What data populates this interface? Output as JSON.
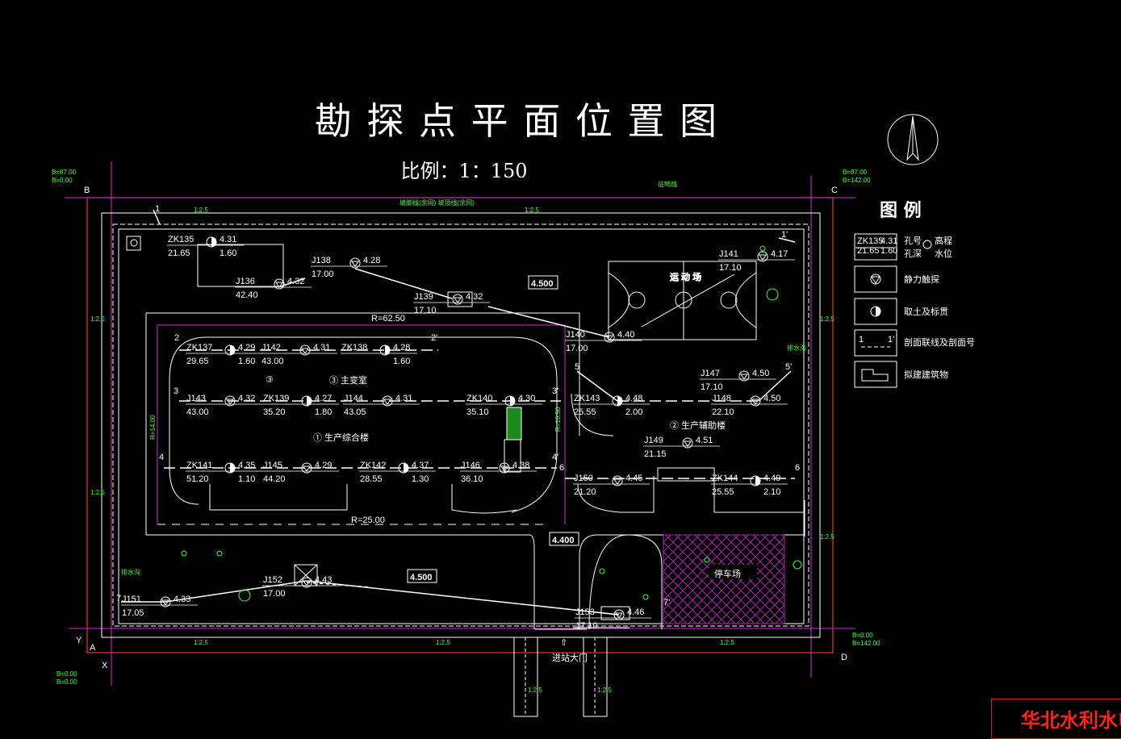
{
  "title": "勘 探 点 平 面 位 置 图",
  "scale_text": "比例：1：150",
  "legend": {
    "title": "图  例",
    "items": [
      {
        "sample_id": "ZK135",
        "sample_elev": "4.31",
        "sample_depth": "21.65",
        "sample_wl": "1.60",
        "labels": [
          "孔号",
          "高程",
          "孔深",
          "水位"
        ]
      },
      {
        "label": "静力触探"
      },
      {
        "label": "取土及标贯"
      },
      {
        "label": "剖面联线及剖面号",
        "left": "1",
        "right": "1'"
      },
      {
        "label": "拟建建筑物"
      }
    ]
  },
  "corners": {
    "B": "B",
    "C": "C",
    "A": "A",
    "D": "D",
    "X": "X",
    "Y": "Y",
    "B_coord": [
      "B=87.00",
      "B=0.00"
    ],
    "C_coord": [
      "B=87.00",
      "B=142.00"
    ],
    "A_coord": [
      "B=0.00",
      "B=0.00"
    ],
    "D_coord": [
      "B=0.00",
      "B=142.00"
    ]
  },
  "annotations": {
    "boundary": "征地线",
    "slope_top": "坡脚线(余同)  坡顶线(余同)",
    "slope_ratio": "1:2.5",
    "drain": "排水沟",
    "drain2": "排水沟",
    "gate": "进站大门",
    "gate_arrow": "⇧",
    "r_top": "R=62.50",
    "r_bottom": "R=25.00",
    "r_left": "R=14.00",
    "r_right": "R=10.50",
    "elev_1": "4.500",
    "elev_2": "4.400",
    "elev_3": "4.500"
  },
  "buildings": {
    "b1": "① 生产综合楼",
    "b2": "② 生产辅助楼",
    "b3": "③ 主变室",
    "b3_small": "③",
    "sports": "运  动  场",
    "parking": "停车场"
  },
  "sections": [
    {
      "id": "s1",
      "text": "1"
    },
    {
      "id": "s1p",
      "text": "1'"
    },
    {
      "id": "s2",
      "text": "2"
    },
    {
      "id": "s2p",
      "text": "2'"
    },
    {
      "id": "s3",
      "text": "3"
    },
    {
      "id": "s3p",
      "text": "3'"
    },
    {
      "id": "s4",
      "text": "4"
    },
    {
      "id": "s4p",
      "text": "4'"
    },
    {
      "id": "s5",
      "text": "5"
    },
    {
      "id": "s5p",
      "text": "5'"
    },
    {
      "id": "s6",
      "text": "6"
    },
    {
      "id": "s6p",
      "text": "6"
    },
    {
      "id": "s7",
      "text": "7"
    },
    {
      "id": "s7p",
      "text": "7'"
    }
  ],
  "boreholes": [
    {
      "id": "ZK135",
      "elev": "4.31",
      "depth": "21.65",
      "wl": "1.60"
    },
    {
      "id": "J136",
      "elev": "4.32",
      "depth": "42.40"
    },
    {
      "id": "J138",
      "elev": "4.28",
      "depth": "17.00"
    },
    {
      "id": "J139",
      "elev": "4.32",
      "depth": "17.10"
    },
    {
      "id": "J140",
      "elev": "4.40",
      "depth": "17.00"
    },
    {
      "id": "J141",
      "elev": "4.17",
      "depth": "17.10"
    },
    {
      "id": "ZK137",
      "elev": "4.29",
      "depth": "29.65",
      "wl": "1.60"
    },
    {
      "id": "J142",
      "elev": "4.31",
      "depth": "43.00"
    },
    {
      "id": "ZK138",
      "elev": "4.28",
      "depth": "",
      "wl": "1.60"
    },
    {
      "id": "J143",
      "elev": "4.32",
      "depth": "43.00"
    },
    {
      "id": "ZK139",
      "elev": "4.27",
      "depth": "35.20",
      "wl": "1.80"
    },
    {
      "id": "J144",
      "elev": "4.31",
      "depth": "43.05"
    },
    {
      "id": "ZK140",
      "elev": "4.30",
      "depth": "35.10"
    },
    {
      "id": "ZK141",
      "elev": "4.35",
      "depth": "51.20",
      "wl": "1.10"
    },
    {
      "id": "J145",
      "elev": "4.29",
      "depth": "44.20"
    },
    {
      "id": "ZK142",
      "elev": "4.37",
      "depth": "28.55",
      "wl": "1.30"
    },
    {
      "id": "J146",
      "elev": "4.38",
      "depth": "36.10"
    },
    {
      "id": "ZK143",
      "elev": "4.48",
      "depth": "25.55",
      "wl": "2.00"
    },
    {
      "id": "J147",
      "elev": "4.50",
      "depth": "17.10"
    },
    {
      "id": "J148",
      "elev": "4.50",
      "depth": "22.10"
    },
    {
      "id": "J149",
      "elev": "4.51",
      "depth": "21.15"
    },
    {
      "id": "J150",
      "elev": "4.45",
      "depth": "21.20"
    },
    {
      "id": "ZK144",
      "elev": "4.49",
      "depth": "25.55",
      "wl": "2.10"
    },
    {
      "id": "J151",
      "elev": "4.33",
      "depth": "17.05"
    },
    {
      "id": "J152",
      "elev": "4.43",
      "depth": "17.00"
    },
    {
      "id": "J153",
      "elev": "4.46",
      "depth": "17.10"
    }
  ],
  "footer": "华北水利水电",
  "colors": {
    "bg": "#000000",
    "line": "#ffffff",
    "boundary": "#ff3030",
    "magenta": "#d030d0",
    "green": "#3cff3c",
    "parking": "#b020b0"
  }
}
